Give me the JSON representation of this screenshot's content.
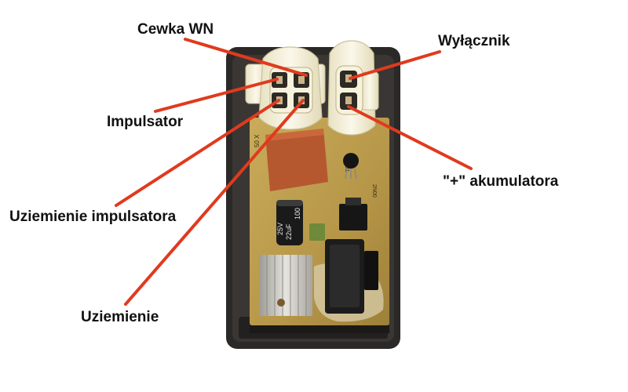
{
  "labels": {
    "cewka_wn": "Cewka WN",
    "wylacznik": "Wyłącznik",
    "impulsator": "Impulsator",
    "plus_akumulatora": "\"+\" akumulatora",
    "uziemienie_impulsatora": "Uziemienie impulsatora",
    "uziemienie": "Uziemienie"
  },
  "components": {
    "capacitor_text": [
      "25V",
      "22uF",
      "100"
    ],
    "pcb_text_left": "50 X",
    "pcb_text_right": [
      "15001",
      "2N00"
    ]
  },
  "colors": {
    "leader_line": "#e03a1e",
    "housing": "#2b2927",
    "pcb": "#b89a4a",
    "connector": "#f0ead0",
    "capacitor_box": "#b5582f",
    "electrolytic": "#1a1a1a"
  }
}
